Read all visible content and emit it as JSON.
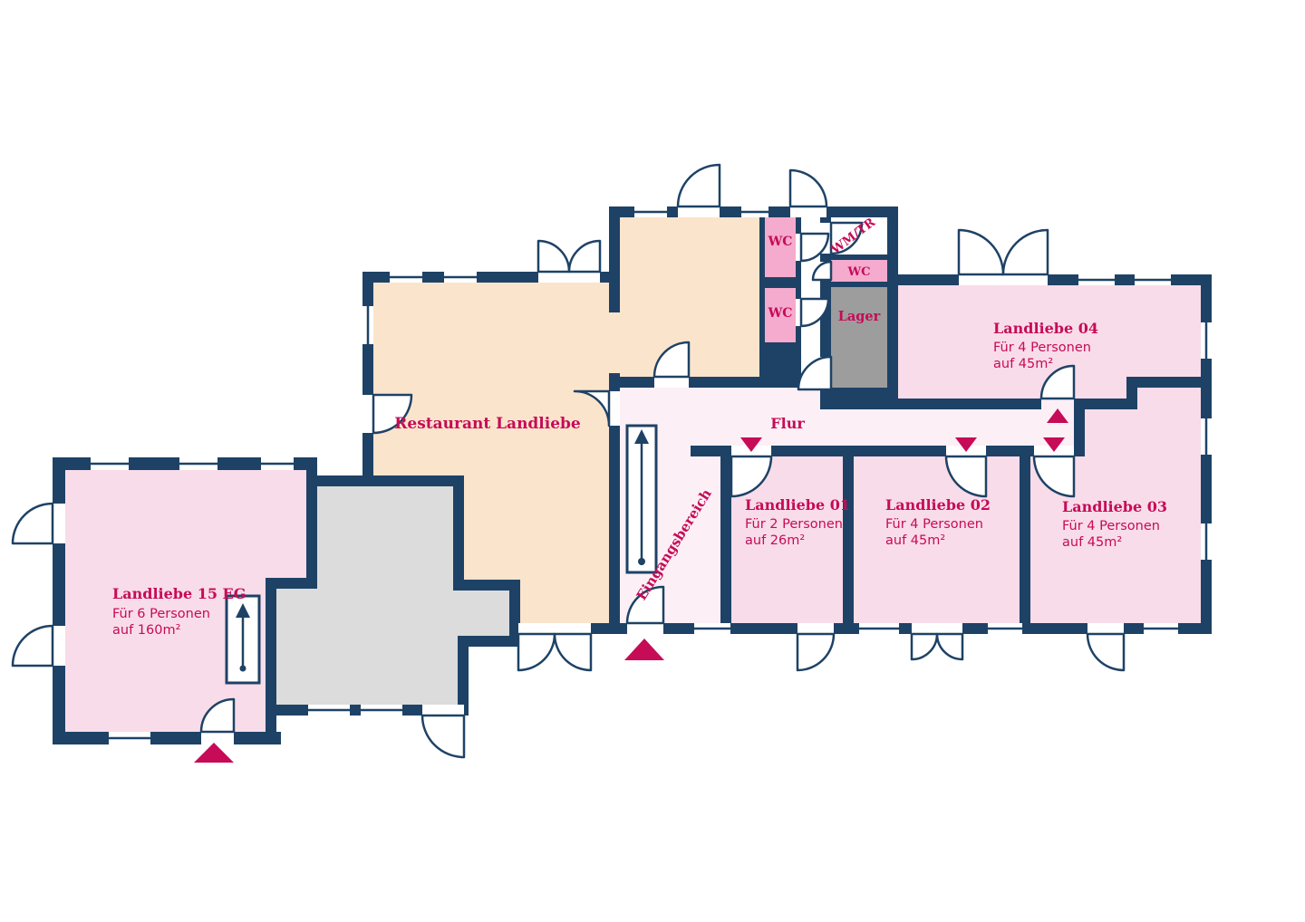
{
  "colors": {
    "background": "#ffffff",
    "wall": "#1e4266",
    "room_pink": "#f9dce9",
    "pale_pink": "#fdeff6",
    "wc_pink": "#f5abce",
    "beige": "#fbe4cc",
    "light_gray": "#dcdcdc",
    "dark_gray": "#9d9d9d",
    "accent": "#c60b57"
  },
  "rooms": {
    "restaurant": {
      "name": "Restaurant Landliebe"
    },
    "landliebe15": {
      "name": "Landliebe 15 EG",
      "capacity": "Für 6 Personen",
      "area": "auf 160m²"
    },
    "landliebe01": {
      "name": "Landliebe 01",
      "capacity": "Für 2 Personen",
      "area": "auf 26m²"
    },
    "landliebe02": {
      "name": "Landliebe 02",
      "capacity": "Für 4 Personen",
      "area": "auf 45m²"
    },
    "landliebe03": {
      "name": "Landliebe 03",
      "capacity": "Für 4 Personen",
      "area": "auf 45m²"
    },
    "landliebe04": {
      "name": "Landliebe 04",
      "capacity": "Für 4 Personen",
      "area": "auf 45m²"
    },
    "flur": {
      "name": "Flur"
    },
    "eingangsbereich": {
      "name": "Eingangsbereich"
    },
    "wc_top": {
      "name": "WC"
    },
    "wc_bottom": {
      "name": "WC"
    },
    "wc_right": {
      "name": "WC"
    },
    "wmtr": {
      "name": "WM/TR"
    },
    "lager": {
      "name": "Lager"
    }
  }
}
